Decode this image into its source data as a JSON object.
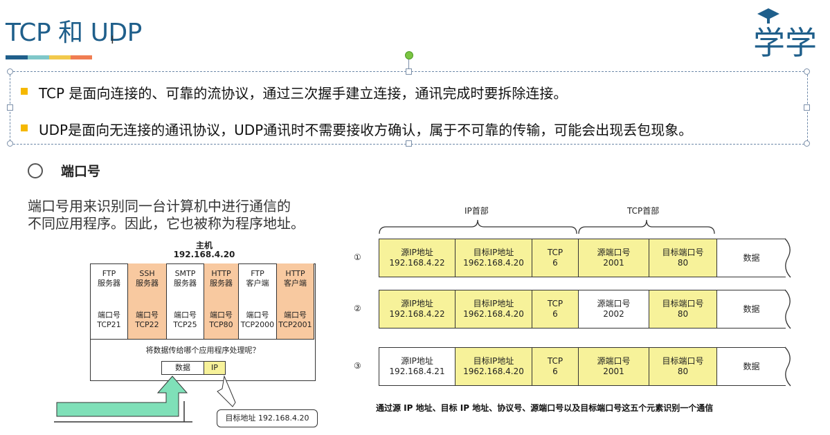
{
  "slide": {
    "title": "TCP 和 UDP",
    "logo_text": "学学",
    "accent_colors": [
      "#1f5f8b",
      "#7fc7c9",
      "#f2c94c",
      "#f07d52"
    ]
  },
  "bullets": [
    "TCP 是面向连接的、可靠的流协议，通过三次握手建立连接，通讯完成时要拆除连接。",
    "UDP是面向无连接的通讯协议，UDP通讯时不需要接收方确认，属于不可靠的传输，可能会出现丢包现象。"
  ],
  "port_section": {
    "heading": "端口号",
    "desc_line1": "端口号用来识别同一台计算机中进行通信的",
    "desc_line2": "不同应用程序。因此，它也被称为程序地址。"
  },
  "host_diagram": {
    "title_line1": "主机",
    "title_line2": "192.168.4.20",
    "services": [
      {
        "name1": "FTP",
        "name2": "服务器",
        "port1": "端口号",
        "port2": "TCP21",
        "highlight": false
      },
      {
        "name1": "SSH",
        "name2": "服务器",
        "port1": "端口号",
        "port2": "TCP22",
        "highlight": true
      },
      {
        "name1": "SMTP",
        "name2": "服务器",
        "port1": "端口号",
        "port2": "TCP25",
        "highlight": false
      },
      {
        "name1": "HTTP",
        "name2": "服务器",
        "port1": "端口号",
        "port2": "TCP80",
        "highlight": true
      },
      {
        "name1": "FTP",
        "name2": "客户端",
        "port1": "端口号",
        "port2": "TCP2000",
        "highlight": false
      },
      {
        "name1": "HTTP",
        "name2": "客户端",
        "port1": "端口号",
        "port2": "TCP2001",
        "highlight": true
      }
    ],
    "question": "将数据传给哪个应用程序处理呢？",
    "data_label": "数据",
    "ip_label": "IP",
    "target_label": "目标地址 192.168.4.20"
  },
  "packet_diagram": {
    "ip_header_label": "IP首部",
    "tcp_header_label": "TCP首部",
    "rows": [
      {
        "num": "①",
        "cells": [
          {
            "l1": "源IP地址",
            "l2": "192.168.4.22",
            "hl": true
          },
          {
            "l1": "目标IP地址",
            "l2": "1962.168.4.20",
            "hl": true
          },
          {
            "l1": "TCP",
            "l2": "6",
            "hl": true
          },
          {
            "l1": "源端口号",
            "l2": "2001",
            "hl": true
          },
          {
            "l1": "目标端口号",
            "l2": "80",
            "hl": true
          },
          {
            "l1": "数据",
            "l2": "",
            "hl": false
          }
        ]
      },
      {
        "num": "②",
        "cells": [
          {
            "l1": "源IP地址",
            "l2": "192.168.4.22",
            "hl": true
          },
          {
            "l1": "目标IP地址",
            "l2": "1962.168.4.20",
            "hl": true
          },
          {
            "l1": "TCP",
            "l2": "6",
            "hl": true
          },
          {
            "l1": "源端口号",
            "l2": "2002",
            "hl": false
          },
          {
            "l1": "目标端口号",
            "l2": "80",
            "hl": true
          },
          {
            "l1": "数据",
            "l2": "",
            "hl": false
          }
        ]
      },
      {
        "num": "③",
        "cells": [
          {
            "l1": "源IP地址",
            "l2": "192.168.4.21",
            "hl": false
          },
          {
            "l1": "目标IP地址",
            "l2": "1962.168.4.20",
            "hl": true
          },
          {
            "l1": "TCP",
            "l2": "6",
            "hl": true
          },
          {
            "l1": "源端口号",
            "l2": "2001",
            "hl": true
          },
          {
            "l1": "目标端口号",
            "l2": "80",
            "hl": true
          },
          {
            "l1": "数据",
            "l2": "",
            "hl": false
          }
        ]
      }
    ],
    "caption": "通过源 IP 地址、目标 IP 地址、协议号、源端口号以及目标端口号这五个元素识别一个通信"
  }
}
